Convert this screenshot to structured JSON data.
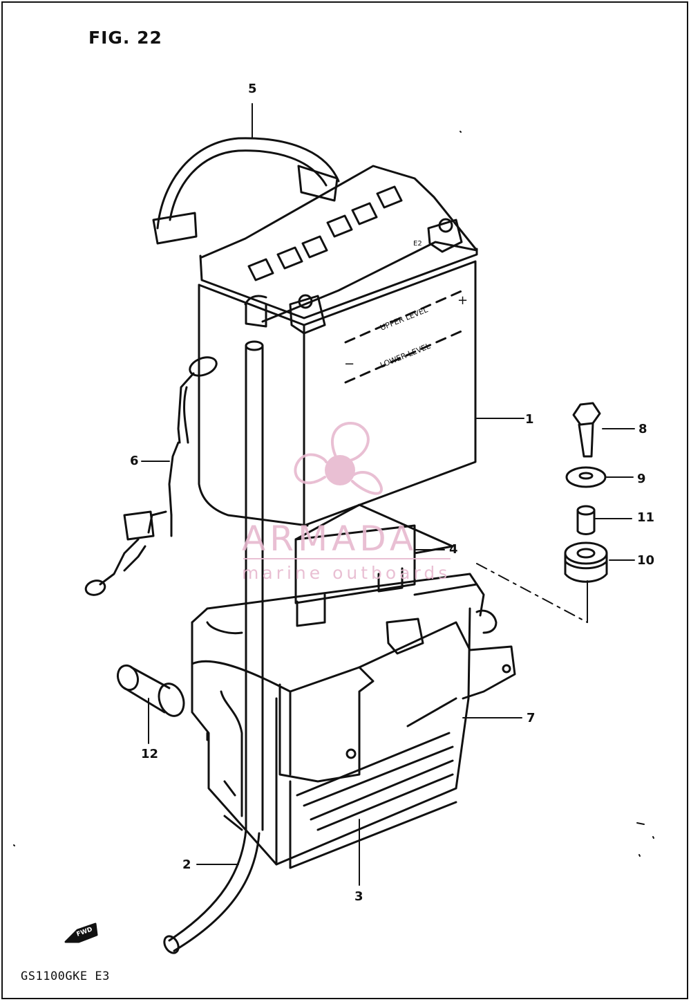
{
  "figure": {
    "title": "FIG. 22",
    "model": "GS1100GKE E3"
  },
  "battery_labels": {
    "upper_level": "UPPER LEVEL",
    "lower_level": "LOWER LEVEL",
    "plus": "+",
    "minus": "−",
    "e2": "E2"
  },
  "fwd_label": "FWD",
  "callouts": [
    {
      "id": "1",
      "label": "1"
    },
    {
      "id": "2",
      "label": "2"
    },
    {
      "id": "3",
      "label": "3"
    },
    {
      "id": "4",
      "label": "4"
    },
    {
      "id": "5",
      "label": "5"
    },
    {
      "id": "6",
      "label": "6"
    },
    {
      "id": "7",
      "label": "7"
    },
    {
      "id": "8",
      "label": "8"
    },
    {
      "id": "9",
      "label": "9"
    },
    {
      "id": "10",
      "label": "10"
    },
    {
      "id": "11",
      "label": "11"
    },
    {
      "id": "12",
      "label": "12"
    }
  ],
  "watermark": {
    "name": "ARMADA",
    "tagline": "marine outboards",
    "color": "#e7b9cf",
    "icon": "propeller-icon"
  },
  "colors": {
    "line": "#111111",
    "background": "#ffffff"
  }
}
